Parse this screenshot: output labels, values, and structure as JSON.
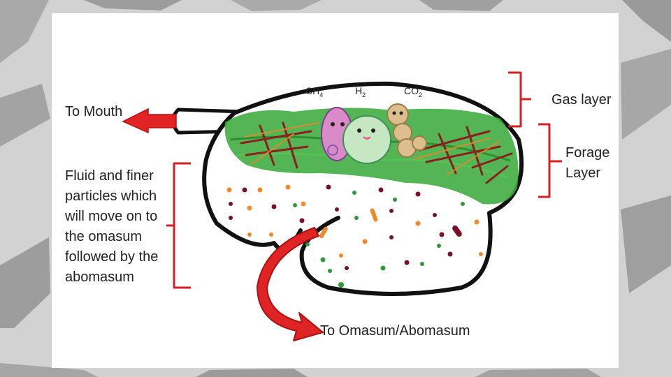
{
  "labels": {
    "to_mouth": "To Mouth",
    "fluid": "Fluid and finer particles which will move on to the omasum followed by the abomasum",
    "gas_layer": "Gas layer",
    "forage_layer": "Forage Layer",
    "to_omasum": "To Omasum/Abomasum"
  },
  "gases": [
    {
      "base": "CH",
      "sub": "4"
    },
    {
      "base": "H",
      "sub": "2"
    },
    {
      "base": "CO",
      "sub": "2"
    }
  ],
  "colors": {
    "forage": "#3cab3c",
    "fibers": "#8b1f1f",
    "arrow": "#e02323",
    "bracket": "#d42020",
    "particle_orange": "#f08a2c",
    "particle_maroon": "#7a1028",
    "particle_green": "#2f9a3c"
  }
}
